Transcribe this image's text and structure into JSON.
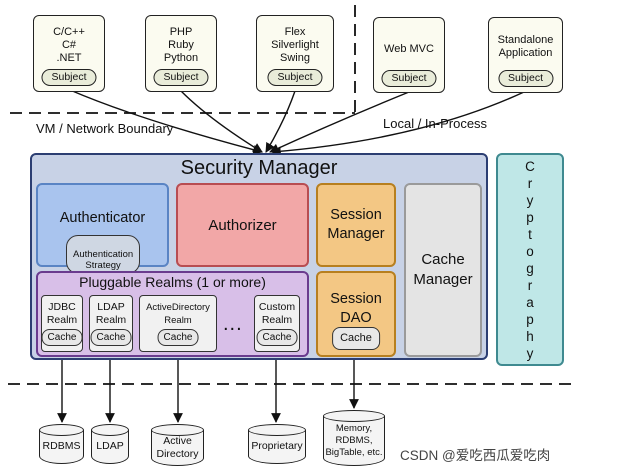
{
  "clients": [
    {
      "label": "C/C++\nC#\n.NET",
      "subject": "Subject"
    },
    {
      "label": "PHP\nRuby\nPython",
      "subject": "Subject"
    },
    {
      "label": "Flex\nSilverlight\nSwing",
      "subject": "Subject"
    },
    {
      "label": "Web MVC",
      "subject": "Subject"
    },
    {
      "label": "Standalone\nApplication",
      "subject": "Subject"
    }
  ],
  "boundaries": {
    "vm_network": "VM / Network Boundary",
    "local_process": "Local / In-Process"
  },
  "security_manager": {
    "title": "Security Manager",
    "authenticator": {
      "title": "Authenticator",
      "strategy": "Authentication\nStrategy"
    },
    "authorizer": "Authorizer",
    "session_manager": "Session\nManager",
    "cache_manager": "Cache\nManager",
    "pluggable_realms": {
      "title": "Pluggable Realms (1 or more)",
      "realms": [
        {
          "label": "JDBC\nRealm",
          "cache": "Cache"
        },
        {
          "label": "LDAP\nRealm",
          "cache": "Cache"
        },
        {
          "label": "ActiveDirectory\nRealm",
          "cache": "Cache"
        },
        {
          "label": "Custom\nRealm",
          "cache": "Cache"
        }
      ],
      "ellipsis": "..."
    },
    "session_dao": {
      "label": "Session\nDAO",
      "cache": "Cache"
    }
  },
  "cryptography": [
    "C",
    "r",
    "y",
    "p",
    "t",
    "o",
    "g",
    "r",
    "a",
    "p",
    "h",
    "y"
  ],
  "data_stores": [
    "RDBMS",
    "LDAP",
    "Active\nDirectory",
    "Proprietary",
    "Memory,\nRDBMS,\nBigTable, etc."
  ],
  "watermark": "CSDN @爱吃西瓜爱吃肉"
}
